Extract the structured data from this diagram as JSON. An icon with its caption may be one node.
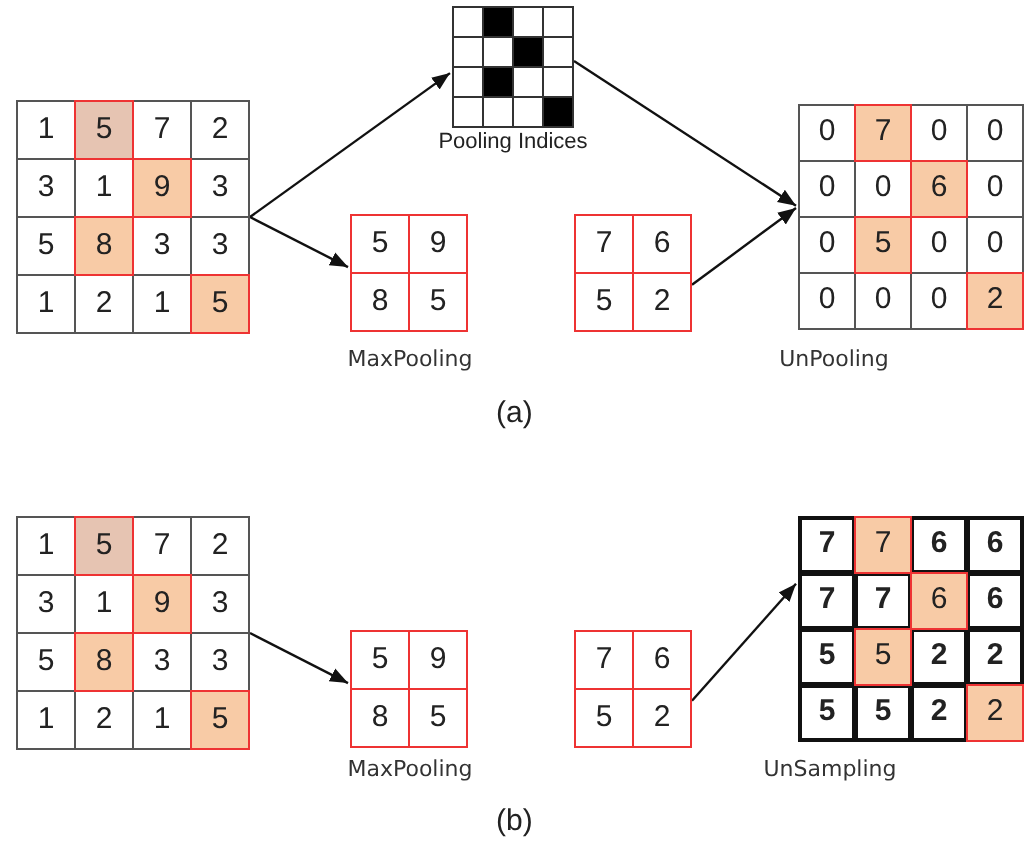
{
  "diagram": {
    "nodes": [
      {
        "text": [
          "1",
          "5",
          "7",
          "2",
          "3",
          "1",
          "9",
          "3",
          "5",
          "8",
          "3",
          "3",
          "1",
          "2",
          "1",
          "5"
        ]
      },
      {
        "text": [
          "Pooling Indices"
        ]
      },
      {
        "text": [
          "5",
          "9",
          "8",
          "5"
        ],
        "beside": [
          "MaxPooling"
        ]
      },
      {
        "text": [
          "7",
          "6",
          "5",
          "2"
        ]
      },
      {
        "text": [
          "0",
          "7",
          "0",
          "0",
          "0",
          "0",
          "6",
          "0",
          "0",
          "5",
          "0",
          "0",
          "0",
          "0",
          "0",
          "2"
        ],
        "beside": [
          "UnPooling"
        ]
      },
      {
        "text": [
          "1",
          "5",
          "7",
          "2",
          "3",
          "1",
          "9",
          "3",
          "5",
          "8",
          "3",
          "3",
          "1",
          "2",
          "1",
          "5"
        ]
      },
      {
        "text": [
          "5",
          "9",
          "8",
          "5"
        ],
        "beside": [
          "MaxPooling"
        ]
      },
      {
        "text": [
          "7",
          "6",
          "5",
          "2"
        ]
      },
      {
        "text": [
          "7",
          "7",
          "6",
          "6",
          "7",
          "7",
          "6",
          "6",
          "5",
          "5",
          "2",
          "2",
          "5",
          "5",
          "2",
          "2"
        ],
        "beside": [
          "UnSampling"
        ]
      }
    ],
    "edges": [
      {
        "from": 0,
        "to": 1,
        "arrow": "to"
      },
      {
        "from": 0,
        "to": 2,
        "arrow": "to"
      },
      {
        "from": 1,
        "to": 4,
        "arrow": "to"
      },
      {
        "from": 3,
        "to": 4,
        "arrow": "to"
      },
      {
        "from": 5,
        "to": 6,
        "arrow": "to"
      },
      {
        "from": 7,
        "to": 8,
        "arrow": "to"
      }
    ],
    "labels": [
      "(a)",
      "(b)"
    ]
  }
}
